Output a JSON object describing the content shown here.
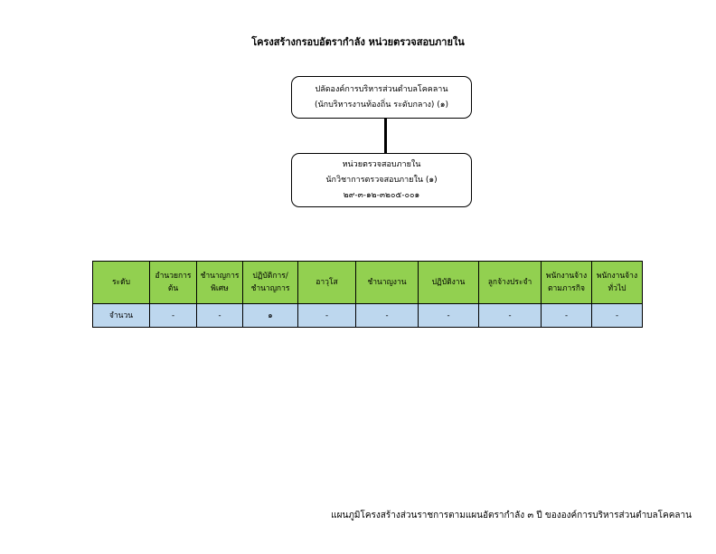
{
  "title": "โครงสร้างกรอบอัตรากำลัง หน่วยตรวจสอบภายใน",
  "top_box": {
    "line1": "ปลัดองค์การบริหารส่วนตำบลโคคลาน",
    "line2": "(นักบริหารงานท้องถิ่น ระดับกลาง) (๑)"
  },
  "bottom_box": {
    "line1": "หน่วยตรวจสอบภายใน",
    "line2": "นักวิชาการตรวจสอบภายใน (๑)",
    "line3": "๒๙-๓-๑๒-๓๒๐๕-๐๐๑"
  },
  "table": {
    "headers": [
      "ระดับ",
      "อำนวยการต้น",
      "ชำนาญการพิเศษ",
      "ปฏิบัติการ/ชำนาญการ",
      "อาวุโส",
      "ชำนาญงาน",
      "ปฏิบัติงาน",
      "ลูกจ้างประจำ",
      "พนักงานจ้างตามภารกิจ",
      "พนักงานจ้างทั่วไป"
    ],
    "row_label": "จำนวน",
    "values": [
      "-",
      "-",
      "๑",
      "-",
      "-",
      "-",
      "-",
      "-",
      "-"
    ]
  },
  "colors": {
    "header_green": "#92d050",
    "row_blue": "#bdd7ee"
  },
  "footer": "แผนภูมิโครงสร้างส่วนราชการตามแผนอัตรากำลัง ๓ ปี ขององค์การบริหารส่วนตำบลโคคลาน"
}
